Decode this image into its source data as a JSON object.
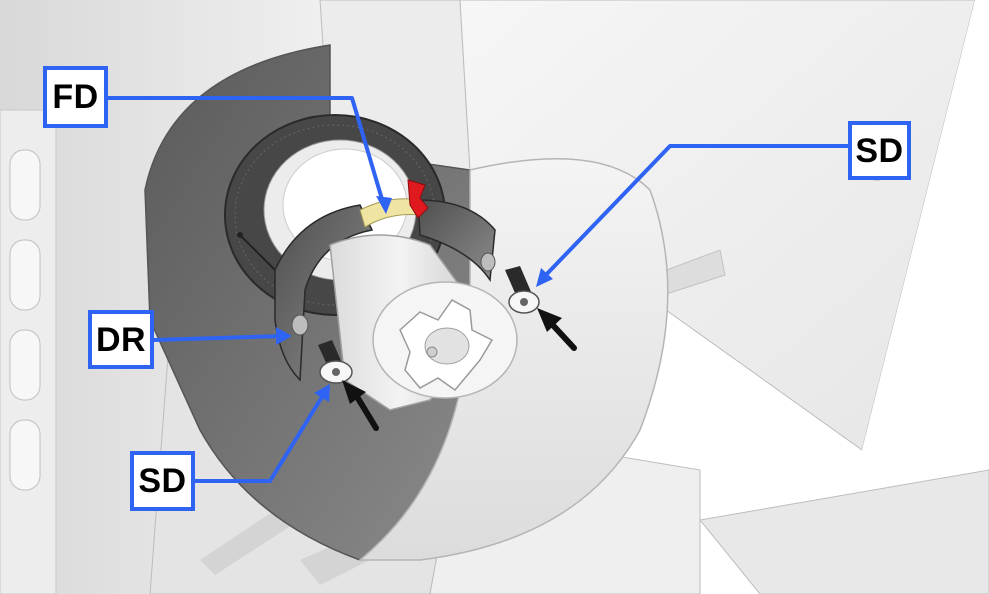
{
  "callouts": {
    "fd": "FD",
    "sd_top": "SD",
    "dr": "DR",
    "sd_bottom": "SD"
  },
  "colors": {
    "callout_blue": "#2f63f4",
    "flange_gold": "#efe4a2",
    "marker_red": "#e0191e",
    "housing_white": "#f4f4f4",
    "inner_dark": "#6b6b6b"
  }
}
